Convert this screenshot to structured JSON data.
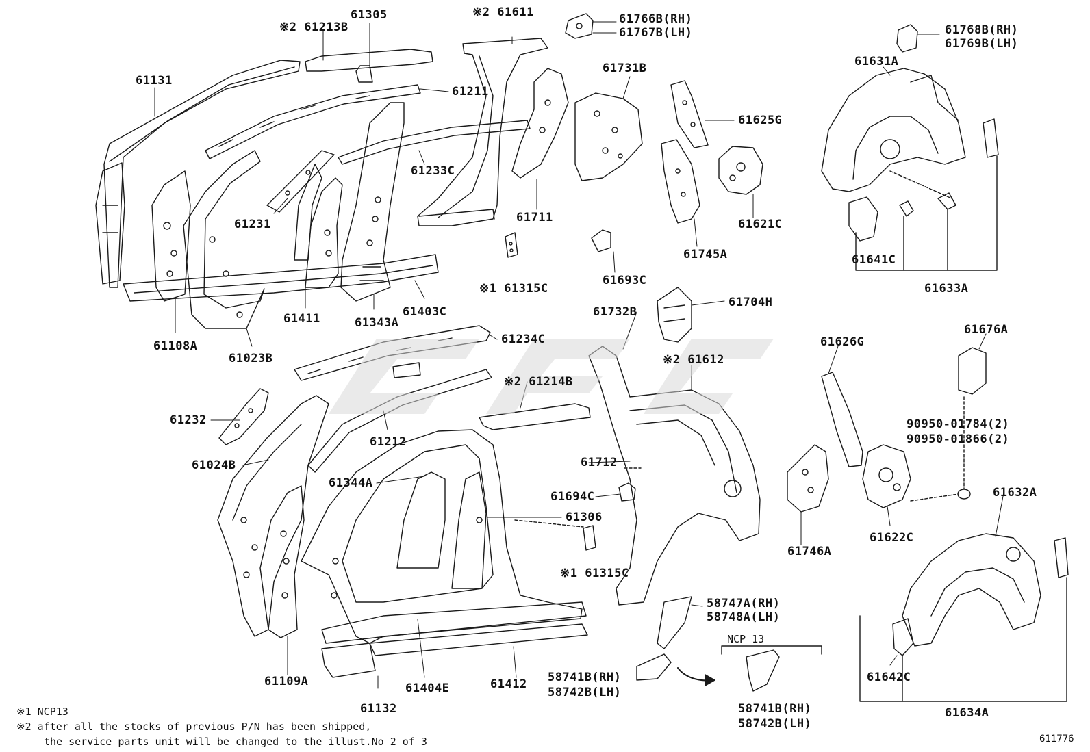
{
  "labels": {
    "p61131": "61131",
    "p61213b": "※2 61213B",
    "p61305": "61305",
    "p61611": "※2 61611",
    "p61766b": "61766B(RH)",
    "p61767b": "61767B(LH)",
    "p61768b": "61768B(RH)",
    "p61769b": "61769B(LH)",
    "p61631a": "61631A",
    "p61211": "61211",
    "p61731b": "61731B",
    "p61625g": "61625G",
    "p61233c": "61233C",
    "p61621c": "61621C",
    "p61231": "61231",
    "p61711": "61711",
    "p61745a": "61745A",
    "p61641c": "61641C",
    "p61693c": "61693C",
    "p61315c_top": "※1 61315C",
    "p61633a": "61633A",
    "p61411": "61411",
    "p61403c": "61403C",
    "p61704h": "61704H",
    "p61343a": "61343A",
    "p61108a": "61108A",
    "p61732b": "61732B",
    "p61023b": "61023B",
    "p61234c": "61234C",
    "p61626g": "61626G",
    "p61676a": "61676A",
    "p61612": "※2 61612",
    "p61214b": "※2 61214B",
    "p61232": "61232",
    "p61212": "61212",
    "p90950_01784": "90950-01784(2)",
    "p90950_01866": "90950-01866(2)",
    "p61024b": "61024B",
    "p61712": "61712",
    "p61344a": "61344A",
    "p61632a": "61632A",
    "p61694c": "61694C",
    "p61306": "61306",
    "p61622c": "61622C",
    "p61746a": "61746A",
    "p61315c_bot": "※1 61315C",
    "p58747a": "58747A(RH)",
    "p58748a": "58748A(LH)",
    "ncp13": "NCP 13",
    "p61109a": "61109A",
    "p61404e": "61404E",
    "p61412": "61412",
    "p58741b_l": "58741B(RH)",
    "p58742b_l": "58742B(LH)",
    "p61642c": "61642C",
    "p61132": "61132",
    "p58741b_r": "58741B(RH)",
    "p58742b_r": "58742B(LH)",
    "p61634a": "61634A"
  },
  "notes": {
    "note1": "※1 NCP13",
    "note2a": "※2 after all the stocks of previous P/N has been shipped,",
    "note2b": "the service parts unit will be changed to the illust.No 2 of 3"
  },
  "figure_ref": "611776",
  "colors": {
    "line": "#1a1a1a",
    "watermark": "#d9d9d9"
  }
}
